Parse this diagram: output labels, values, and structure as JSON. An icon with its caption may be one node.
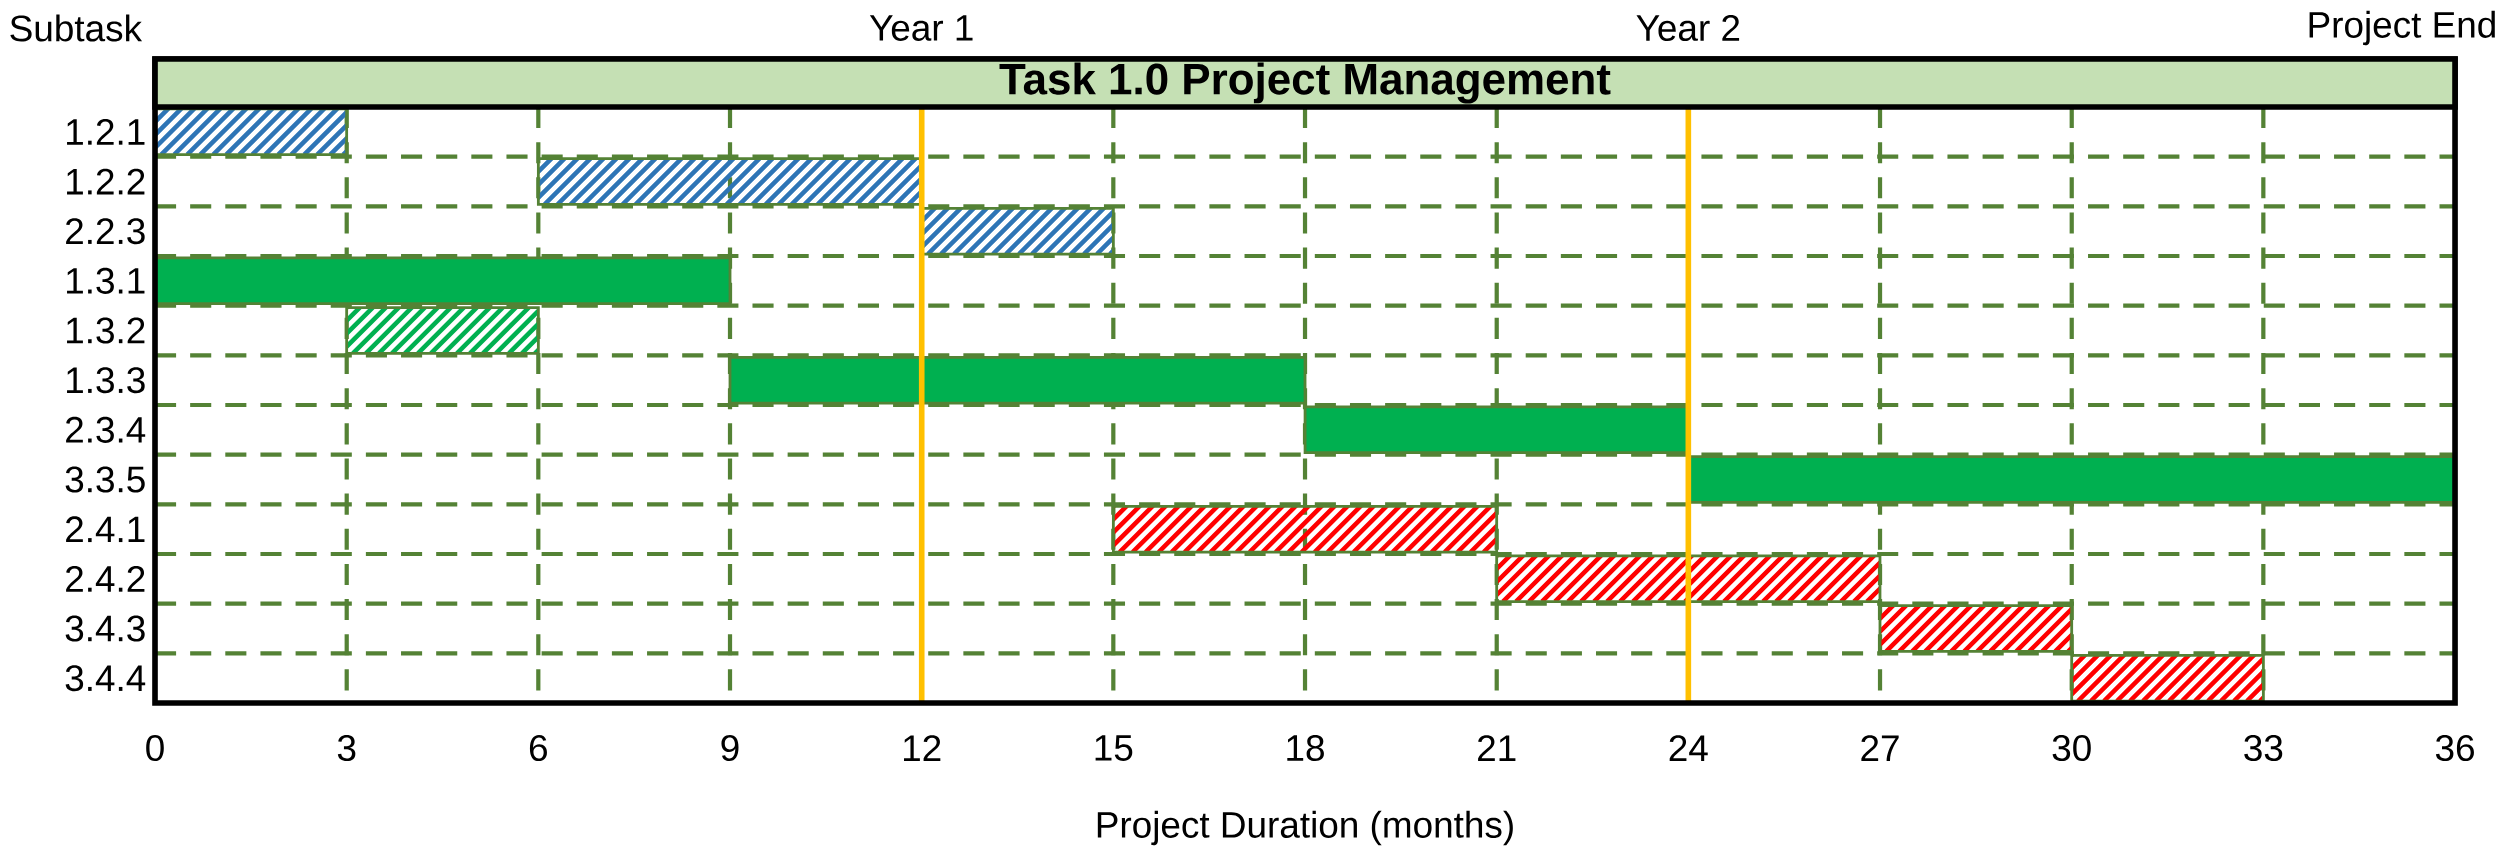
{
  "diagram": {
    "nodes": [
      {
        "text": [
          "Task 1.0 Project Management"
        ]
      },
      {
        "text": [],
        "shape": "bar"
      },
      {
        "text": [],
        "shape": "bar"
      },
      {
        "text": [],
        "shape": "bar"
      },
      {
        "text": [],
        "shape": "bar"
      },
      {
        "text": [],
        "shape": "bar"
      },
      {
        "text": [],
        "shape": "bar"
      },
      {
        "text": [],
        "shape": "bar"
      },
      {
        "text": [],
        "shape": "bar"
      },
      {
        "text": [],
        "shape": "bar"
      },
      {
        "text": [],
        "shape": "bar"
      },
      {
        "text": [],
        "shape": "bar"
      },
      {
        "text": [],
        "shape": "bar"
      }
    ],
    "labels": [
      "Subtask",
      "Year 1",
      "Year 2",
      "Project End",
      "1.2.1",
      "1.2.2",
      "2.2.3",
      "1.3.1",
      "1.3.2",
      "1.3.3",
      "2.3.4",
      "3.3.5",
      "2.4.1",
      "2.4.2",
      "3.4.3",
      "3.4.4",
      "0",
      "3",
      "6",
      "9",
      "12",
      "15",
      "18",
      "21",
      "24",
      "27",
      "30",
      "33",
      "36",
      "Project Duration (months)"
    ]
  }
}
